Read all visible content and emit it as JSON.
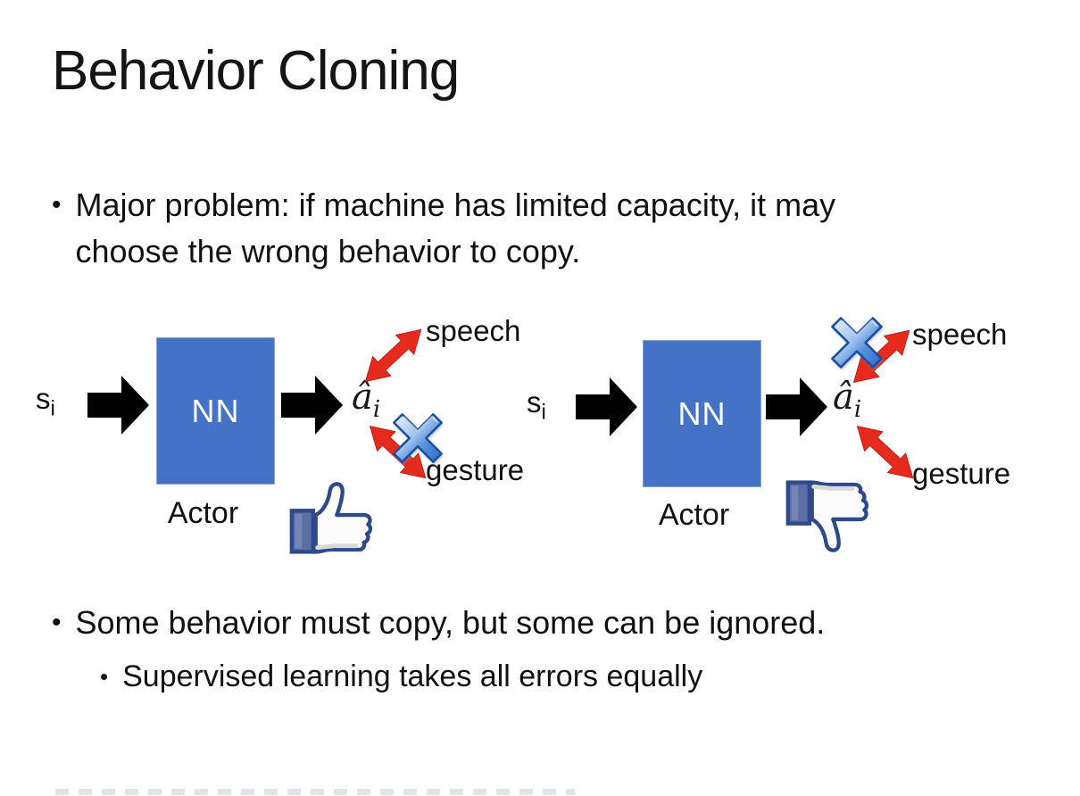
{
  "slide": {
    "title": "Behavior Cloning",
    "bullets": {
      "b1": "Major problem: if machine has limited capacity, it may choose the wrong behavior to copy.",
      "b2": "Some behavior must copy, but some can be ignored.",
      "b2a": "Supervised learning takes all errors equally"
    }
  },
  "diagram": {
    "left": {
      "input": "s",
      "input_sub": "i",
      "box_label": "NN",
      "box_caption": "Actor",
      "output": "â",
      "output_sub": "i",
      "speech_label": "speech",
      "gesture_label": "gesture",
      "crossed_action": "gesture",
      "feedback": "thumbs-up"
    },
    "right": {
      "input": "s",
      "input_sub": "i",
      "box_label": "NN",
      "box_caption": "Actor",
      "output": "â",
      "output_sub": "i",
      "speech_label": "speech",
      "gesture_label": "gesture",
      "crossed_action": "speech",
      "feedback": "thumbs-down"
    }
  },
  "icons": {
    "block_arrow": "black solid right arrow",
    "double_arrow": "red two-headed arrow",
    "cross": "glossy blue X mark",
    "thumb_up": "facebook-style like hand",
    "thumb_down": "facebook-style dislike hand"
  },
  "colors": {
    "nn_box_fill": "#4472C4",
    "nn_box_border": "#8FA3C8",
    "arrow_black": "#000000",
    "arrow_red": "#E62B1E",
    "cross_blue": "#3F7AD2",
    "cross_outline": "#1D4E9E",
    "thumb_outline": "#2E4A8B",
    "thumb_cuff": "#5B6EA6",
    "text": "#111111"
  }
}
